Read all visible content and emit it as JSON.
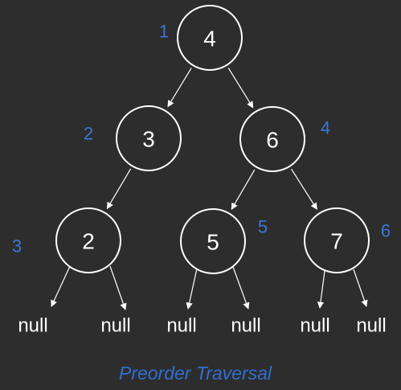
{
  "colors": {
    "background": "#2d2d2d",
    "node_stroke": "#ffffff",
    "order_label": "#3a78d4",
    "caption": "#2f6fd0"
  },
  "nodes": [
    {
      "id": "n4",
      "value": "4",
      "order": "1"
    },
    {
      "id": "n3",
      "value": "3",
      "order": "2"
    },
    {
      "id": "n6",
      "value": "6",
      "order": "4"
    },
    {
      "id": "n2",
      "value": "2",
      "order": "3"
    },
    {
      "id": "n5",
      "value": "5",
      "order": "5"
    },
    {
      "id": "n7",
      "value": "7",
      "order": "6"
    }
  ],
  "edges": [
    {
      "from": "n4",
      "to": "n3"
    },
    {
      "from": "n4",
      "to": "n6"
    },
    {
      "from": "n3",
      "to": "n2"
    },
    {
      "from": "n6",
      "to": "n5"
    },
    {
      "from": "n6",
      "to": "n7"
    }
  ],
  "null_leaves": [
    {
      "parent": "n2",
      "label": "null"
    },
    {
      "parent": "n2",
      "label": "null"
    },
    {
      "parent": "n5",
      "label": "null"
    },
    {
      "parent": "n5",
      "label": "null"
    },
    {
      "parent": "n7",
      "label": "null"
    },
    {
      "parent": "n7",
      "label": "null"
    }
  ],
  "caption": "Preorder Traversal"
}
